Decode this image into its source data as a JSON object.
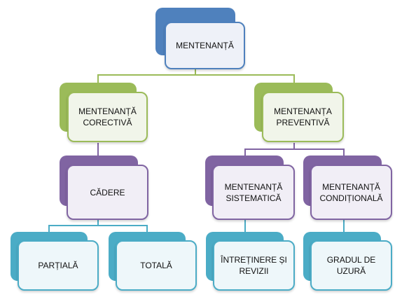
{
  "nodes": {
    "root": "MENTENANȚĂ",
    "corrective": "MENTENANȚĂ CORECTIVĂ",
    "preventive": "MENTENANȚA PREVENTIVĂ",
    "failure": "CĂDERE",
    "systematic": "MENTENANȚĂ SISTEMATICĂ",
    "conditional": "MENTENANȚĂ CONDIȚIONALĂ",
    "partial": "PARȚIALĂ",
    "total": "TOTALĂ",
    "maintenance_revisions": "ÎNTREȚINERE ȘI REVIZII",
    "wear_degree": "GRADUL DE UZURĂ"
  },
  "colors": {
    "level1": "#4f81bd",
    "level2": "#9bbb59",
    "level3": "#8064a2",
    "level4": "#4bacc6"
  }
}
